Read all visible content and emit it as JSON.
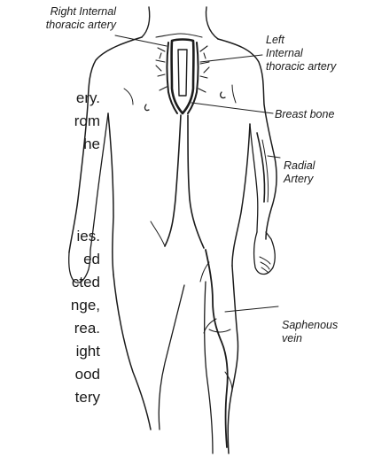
{
  "text_fragments": [
    "ery.",
    "rom",
    "he",
    "ies.",
    "ed",
    "cted",
    "nge,",
    "rea.",
    "ight",
    "ood",
    "tery"
  ],
  "labels": {
    "right_internal": [
      "Right Internal",
      "thoracic artery"
    ],
    "left_internal": [
      "Left",
      "Internal",
      "thoracic artery"
    ],
    "breast_bone": "Breast bone",
    "radial": [
      "Radial",
      "Artery"
    ],
    "saphenous": [
      "Saphenous",
      "vein"
    ]
  }
}
